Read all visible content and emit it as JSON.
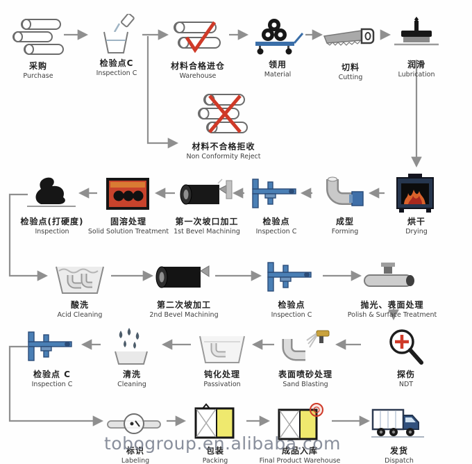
{
  "watermark": "tobogroup.en.alibaba.com",
  "colors": {
    "arrow": "#8f8f8f",
    "red": "#cf3a28",
    "blue": "#3f6fa8",
    "yellow": "#efe96e"
  },
  "steps": {
    "purchase": {
      "zh": "采购",
      "en": "Purchase"
    },
    "inspection_c1": {
      "zh": "检验点C",
      "en": "Inspection C"
    },
    "warehouse": {
      "zh": "材料合格进仓",
      "en": "Warehouse"
    },
    "material": {
      "zh": "领用",
      "en": "Material"
    },
    "cutting": {
      "zh": "切料",
      "en": "Cutting"
    },
    "lubrication": {
      "zh": "润滑",
      "en": "Lubrication"
    },
    "reject": {
      "zh": "材料不合格拒收",
      "en": "Non Conformity Reject"
    },
    "drying": {
      "zh": "烘干",
      "en": "Drying"
    },
    "forming": {
      "zh": "成型",
      "en": "Forming"
    },
    "inspection_2": {
      "zh": "检验点",
      "en": "Inspection C"
    },
    "bevel_1": {
      "zh": "第一次坡口加工",
      "en": "1st Bevel Machining"
    },
    "solid_solution": {
      "zh": "固溶处理",
      "en": "Solid Solution Treatment"
    },
    "hardness": {
      "zh": "检验点(打硬度)",
      "en": "Inspection"
    },
    "acid_cleaning": {
      "zh": "酸洗",
      "en": "Acid Cleaning"
    },
    "bevel_2": {
      "zh": "第二次坡加工",
      "en": "2nd Bevel Machining"
    },
    "inspection_3": {
      "zh": "检验点",
      "en": "Inspection C"
    },
    "polish": {
      "zh": "抛光、表面处理",
      "en": "Polish & Surface Treatment"
    },
    "ndt": {
      "zh": "探伤",
      "en": "NDT"
    },
    "sand_blasting": {
      "zh": "表面喷砂处理",
      "en": "Sand Blasting"
    },
    "passivation": {
      "zh": "钝化处理",
      "en": "Passivation"
    },
    "cleaning": {
      "zh": "清洗",
      "en": "Cleaning"
    },
    "inspection_c4": {
      "zh": "检验点 C",
      "en": "Inspection C"
    },
    "labeling": {
      "zh": "标识",
      "en": "Labeling"
    },
    "packing": {
      "zh": "包装",
      "en": "Packing"
    },
    "final_warehouse": {
      "zh": "成品入库",
      "en": "Final Product Warehouse"
    },
    "dispatch": {
      "zh": "发货",
      "en": "Dispatch"
    }
  }
}
